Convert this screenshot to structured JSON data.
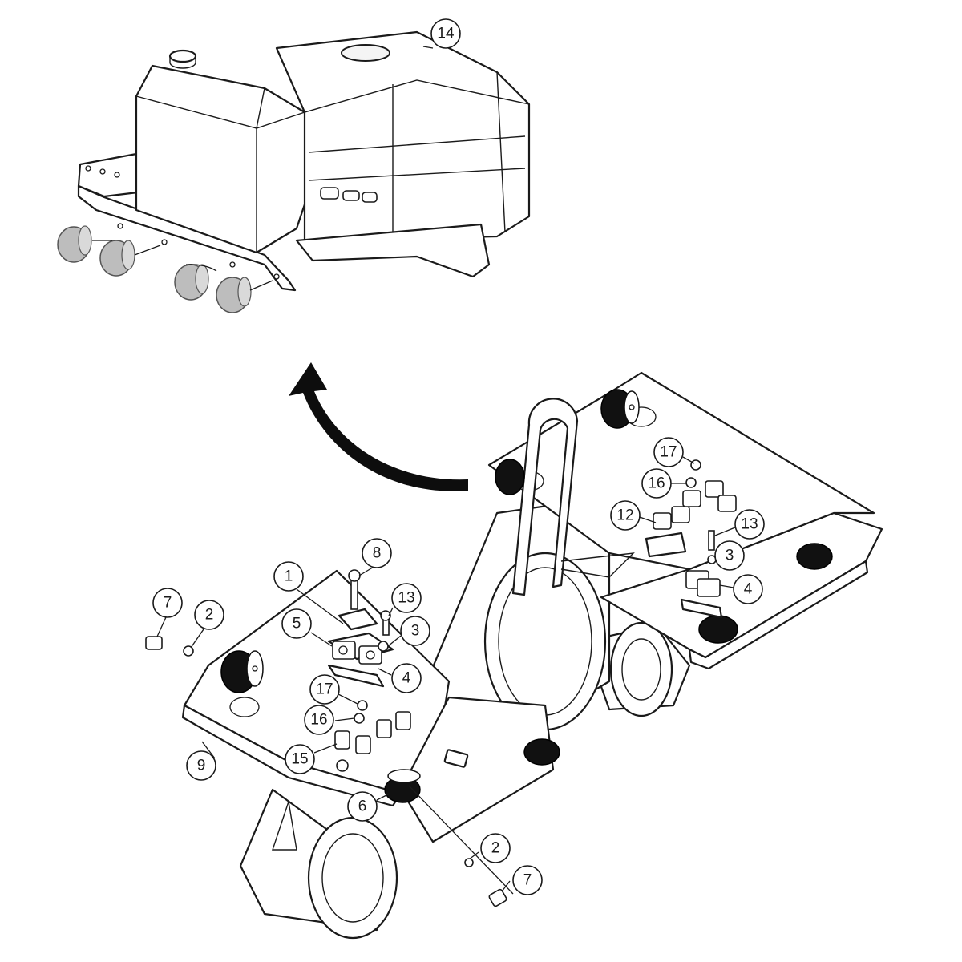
{
  "callouts": [
    {
      "label": "14"
    },
    {
      "label": "17"
    },
    {
      "label": "16"
    },
    {
      "label": "12"
    },
    {
      "label": "13"
    },
    {
      "label": "3"
    },
    {
      "label": "4"
    },
    {
      "label": "8"
    },
    {
      "label": "1"
    },
    {
      "label": "13"
    },
    {
      "label": "7"
    },
    {
      "label": "2"
    },
    {
      "label": "5"
    },
    {
      "label": "3"
    },
    {
      "label": "4"
    },
    {
      "label": "17"
    },
    {
      "label": "16"
    },
    {
      "label": "15"
    },
    {
      "label": "9"
    },
    {
      "label": "6"
    },
    {
      "label": "2"
    },
    {
      "label": "7"
    }
  ]
}
